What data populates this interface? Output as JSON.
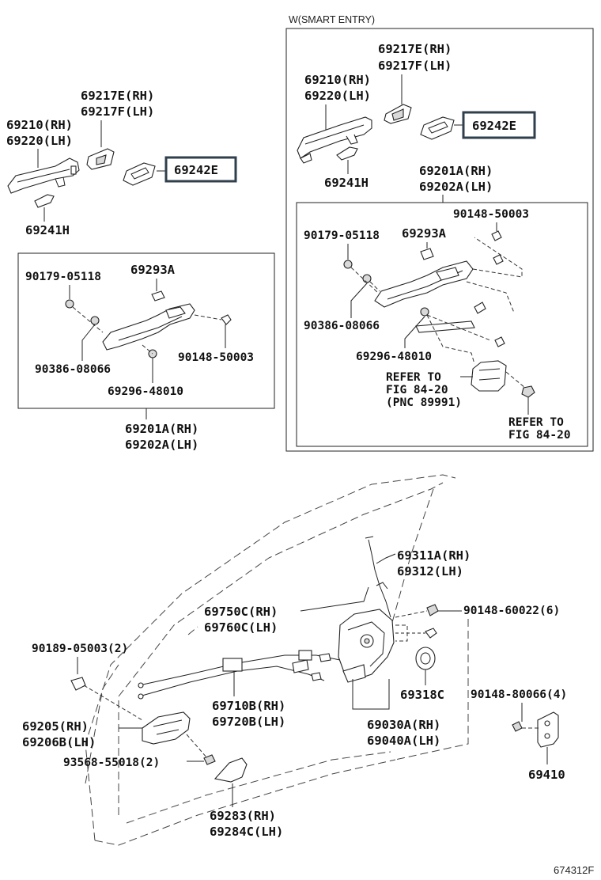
{
  "labels": {
    "smart_entry": "W(SMART ENTRY)",
    "fig_code": "674312F",
    "l_69217e": "69217E(RH)",
    "l_69217f": "69217F(LH)",
    "l_69210": "69210(RH)",
    "l_69220": "69220(LH)",
    "l_69242e": "69242E",
    "l_69241h": "69241H",
    "l_90179": "90179-05118",
    "l_69293a": "69293A",
    "l_90386": "90386-08066",
    "l_90148_50003": "90148-50003",
    "l_69296": "69296-48010",
    "l_69201a": "69201A(RH)",
    "l_69202a": "69202A(LH)",
    "r_69217e": "69217E(RH)",
    "r_69217f": "69217F(LH)",
    "r_69210": "69210(RH)",
    "r_69220": "69220(LH)",
    "r_69242e": "69242E",
    "r_69241h": "69241H",
    "r_69201a": "69201A(RH)",
    "r_69202a": "69202A(LH)",
    "r_90148_50003": "90148-50003",
    "r_90179": "90179-05118",
    "r_69293a": "69293A",
    "r_90386": "90386-08066",
    "r_69296": "69296-48010",
    "r_refer1_a": "REFER TO",
    "r_refer1_b": "FIG 84-20",
    "r_refer1_c": "(PNC 89991)",
    "r_refer2_a": "REFER TO",
    "r_refer2_b": "FIG 84-20",
    "b_69311a": "69311A(RH)",
    "b_69312": "69312(LH)",
    "b_69750c": "69750C(RH)",
    "b_69760c": "69760C(LH)",
    "b_90148_60022": "90148-60022(6)",
    "b_90189": "90189-05003(2)",
    "b_69318c": "69318C",
    "b_69710b": "69710B(RH)",
    "b_69720b": "69720B(LH)",
    "b_90148_80066": "90148-80066(4)",
    "b_69205": "69205(RH)",
    "b_69206b": "69206B(LH)",
    "b_69030a": "69030A(RH)",
    "b_69040a": "69040A(LH)",
    "b_93568": "93568-55018(2)",
    "b_69410": "69410",
    "b_69283": "69283(RH)",
    "b_69284c": "69284C(LH)"
  }
}
